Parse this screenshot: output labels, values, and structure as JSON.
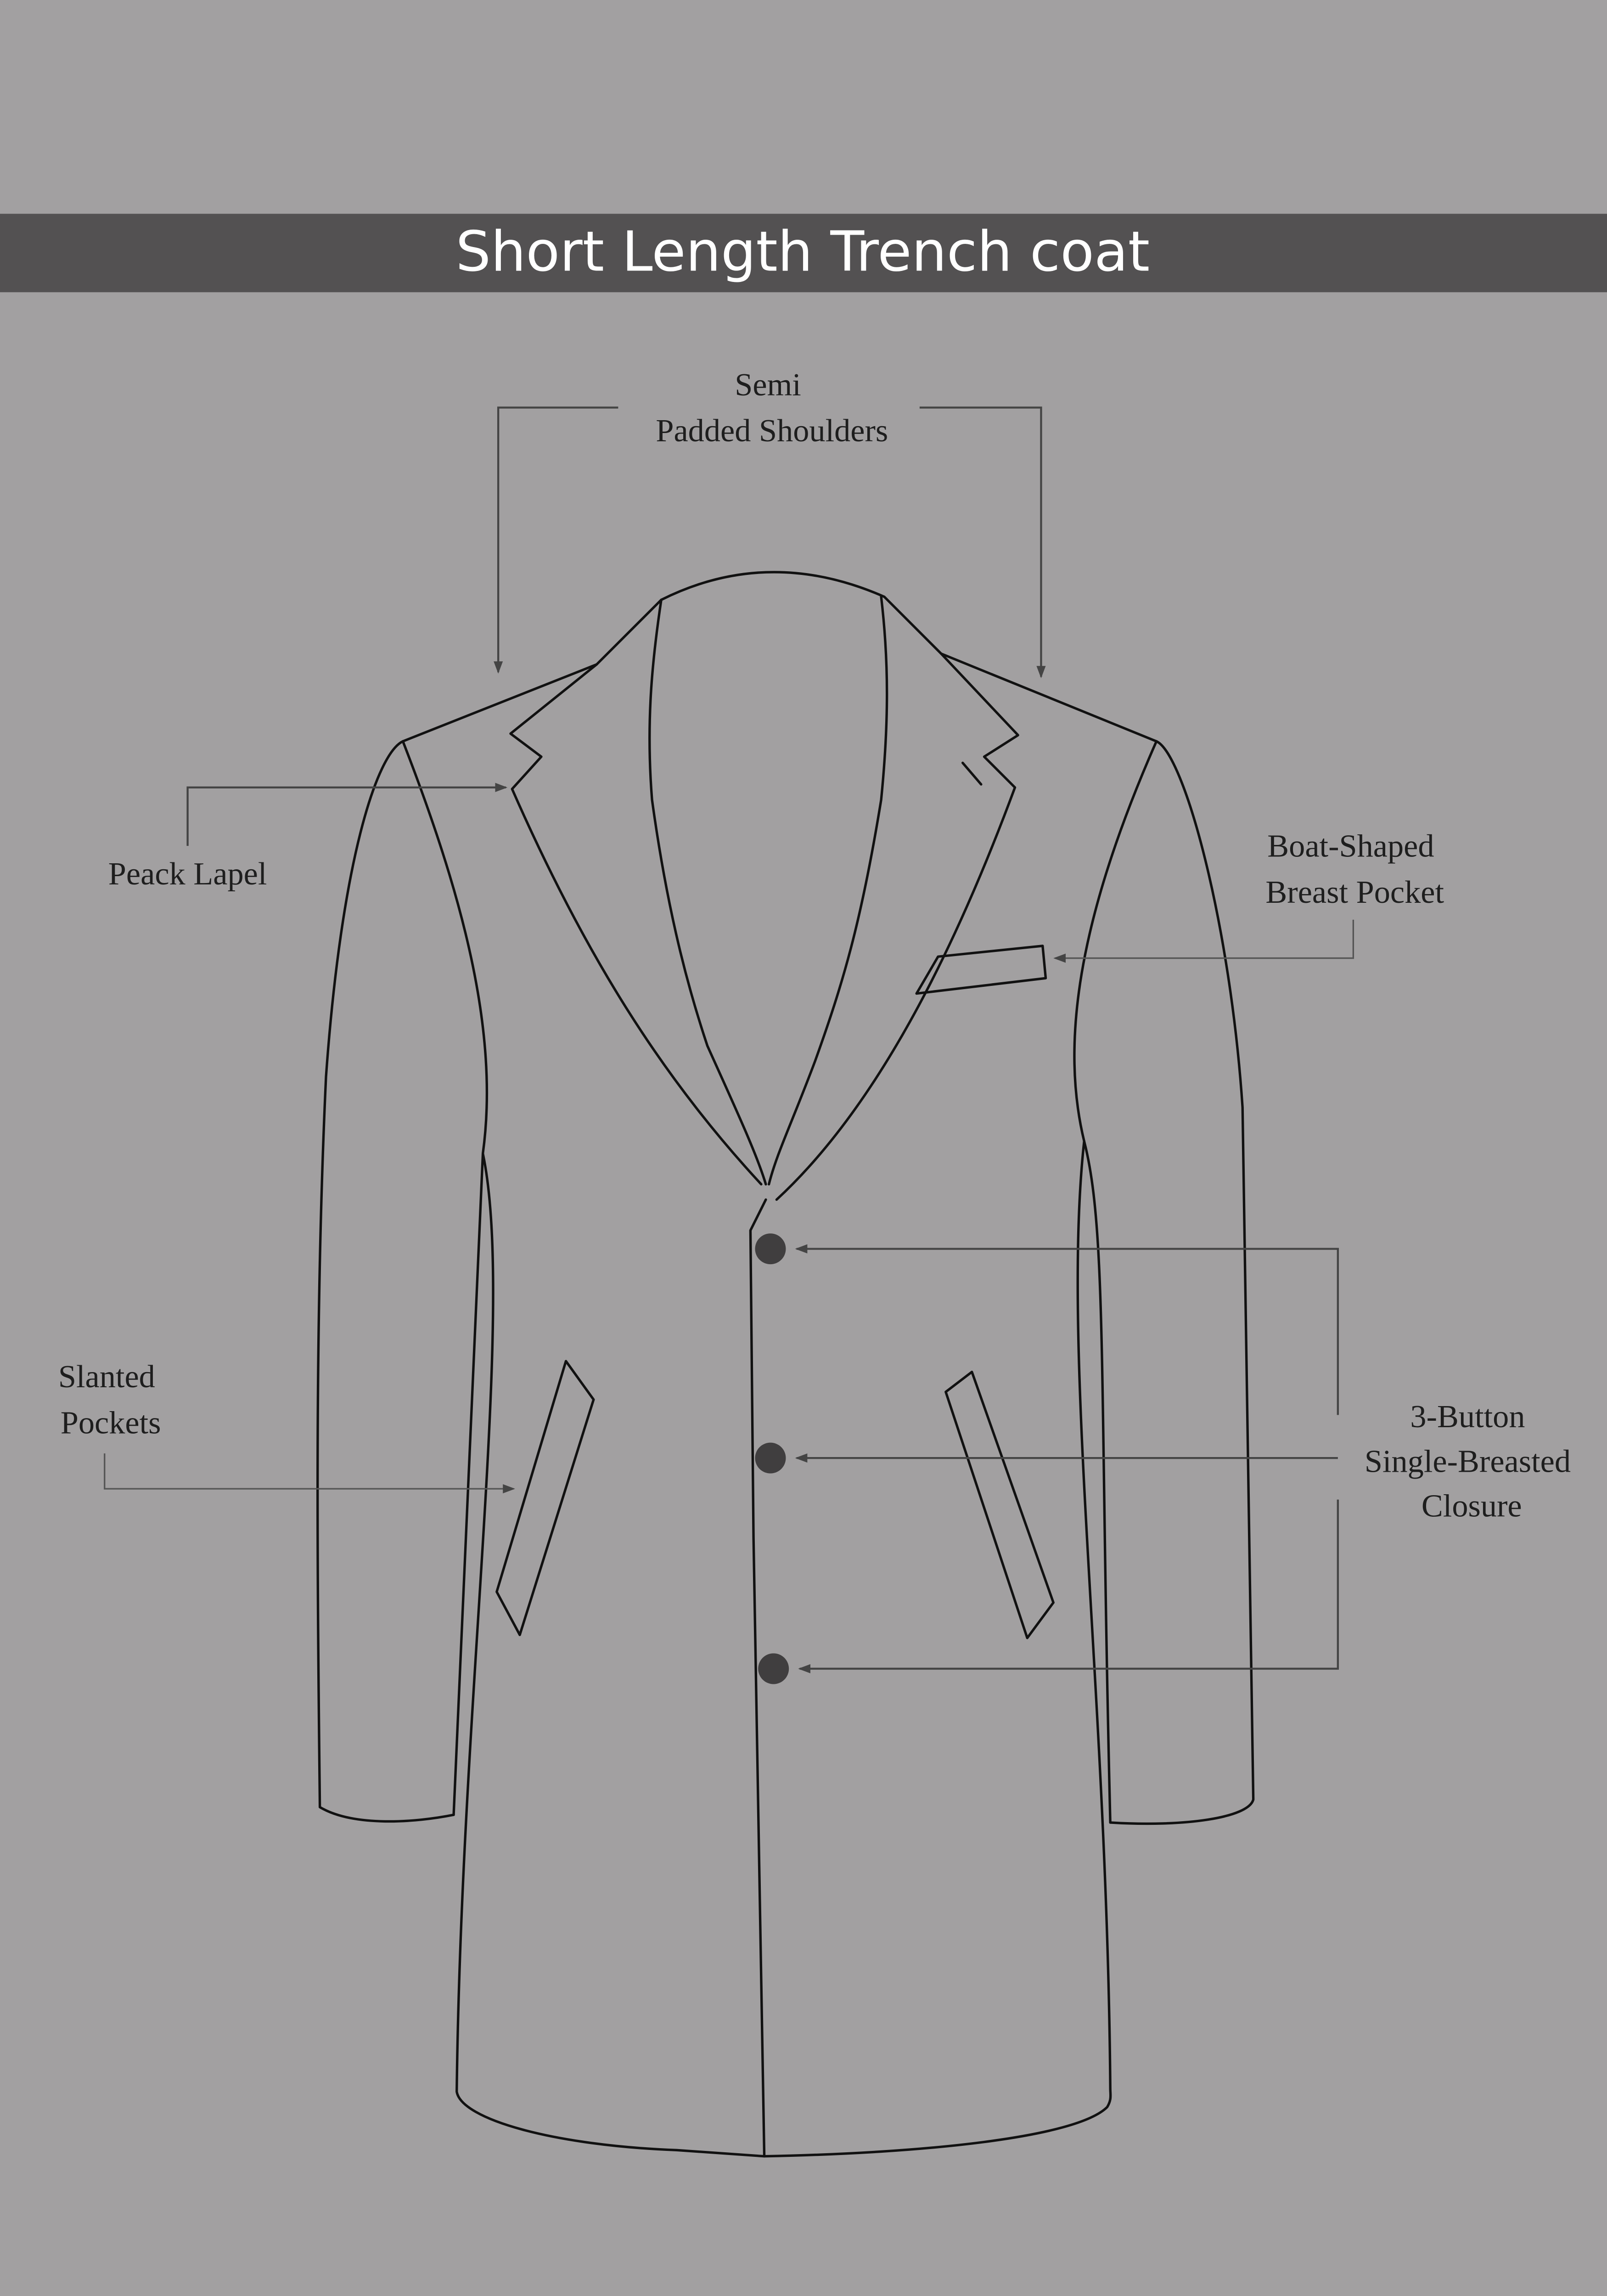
{
  "title": "Short Length Trench coat",
  "colors": {
    "background": "#a2a0a1",
    "title_bar": "#535152",
    "title_text": "#ffffff",
    "buttons": "#403e3f",
    "outline": "#111111"
  },
  "labels": {
    "shoulders": [
      "Semi",
      "Padded Shoulders"
    ],
    "lapel": [
      "Peack Lapel"
    ],
    "breast_pocket": [
      "Boat-Shaped",
      "Breast Pocket"
    ],
    "slanted_pockets": [
      "Slanted",
      "Pockets"
    ],
    "closure": [
      "3-Button",
      "Single-Breasted",
      "Closure"
    ]
  },
  "button_count": 3
}
